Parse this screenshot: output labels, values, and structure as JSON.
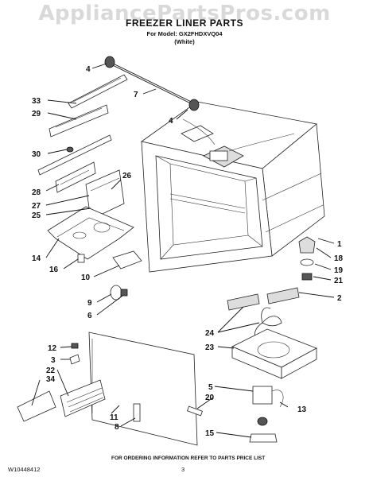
{
  "watermark": "AppliancePartsPros.com",
  "title": "FREEZER LINER PARTS",
  "model_line": "For Model: GX2FHDXVQ04",
  "color_line": "(White)",
  "footer": {
    "doc_number": "W10448412",
    "page_number": "3",
    "ordering_note": "FOR ORDERING INFORMATION REFER TO PARTS PRICE LIST"
  },
  "callouts": [
    {
      "id": "4a",
      "text": "4"
    },
    {
      "id": "7",
      "text": "7"
    },
    {
      "id": "4b",
      "text": "4"
    },
    {
      "id": "33",
      "text": "33"
    },
    {
      "id": "29",
      "text": "29"
    },
    {
      "id": "30",
      "text": "30"
    },
    {
      "id": "26",
      "text": "26"
    },
    {
      "id": "28",
      "text": "28"
    },
    {
      "id": "27",
      "text": "27"
    },
    {
      "id": "25",
      "text": "25"
    },
    {
      "id": "14",
      "text": "14"
    },
    {
      "id": "16",
      "text": "16"
    },
    {
      "id": "10",
      "text": "10"
    },
    {
      "id": "1",
      "text": "1"
    },
    {
      "id": "18",
      "text": "18"
    },
    {
      "id": "19",
      "text": "19"
    },
    {
      "id": "21",
      "text": "21"
    },
    {
      "id": "2",
      "text": "2"
    },
    {
      "id": "9",
      "text": "9"
    },
    {
      "id": "6",
      "text": "6"
    },
    {
      "id": "24",
      "text": "24"
    },
    {
      "id": "23",
      "text": "23"
    },
    {
      "id": "12",
      "text": "12"
    },
    {
      "id": "3",
      "text": "3"
    },
    {
      "id": "22",
      "text": "22"
    },
    {
      "id": "34",
      "text": "34"
    },
    {
      "id": "5",
      "text": "5"
    },
    {
      "id": "20",
      "text": "20"
    },
    {
      "id": "13",
      "text": "13"
    },
    {
      "id": "11",
      "text": "11"
    },
    {
      "id": "8",
      "text": "8"
    },
    {
      "id": "15",
      "text": "15"
    }
  ]
}
